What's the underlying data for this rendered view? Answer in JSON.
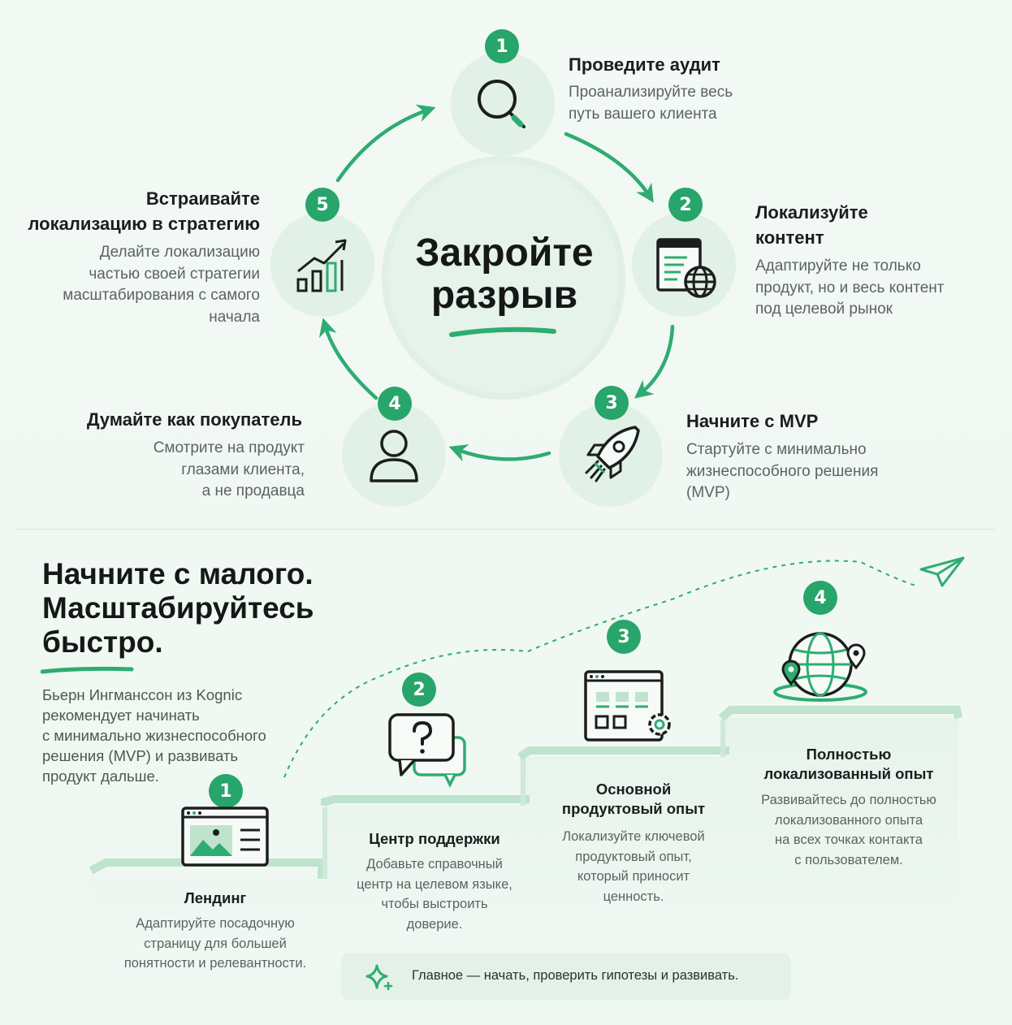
{
  "center": {
    "line1": "Закройте",
    "line2": "разрыв"
  },
  "cycle": [
    {
      "num": "1",
      "icon": "magnifier-icon",
      "title": "Проведите аудит",
      "desc": [
        "Проанализируйте весь",
        "путь вашего клиента"
      ]
    },
    {
      "num": "2",
      "icon": "document-globe-icon",
      "title": [
        "Локализуйте",
        "контент"
      ],
      "desc": [
        "Адаптируйте не только",
        "продукт, но и весь контент",
        "под целевой рынок"
      ]
    },
    {
      "num": "3",
      "icon": "rocket-icon",
      "title": "Начните с MVP",
      "desc": [
        "Стартуйте с минимально",
        "жизнеспособного решения",
        "(MVP)"
      ]
    },
    {
      "num": "4",
      "icon": "user-icon",
      "title": "Думайте как покупатель",
      "desc": [
        "Смотрите на продукт",
        "глазами клиента,",
        "а не продавца"
      ]
    },
    {
      "num": "5",
      "icon": "growth-chart-icon",
      "title": [
        "Встраивайте",
        "локализацию в стратегию"
      ],
      "desc": [
        "Делайте локализацию",
        "частью своей стратегии",
        "масштабирования с самого",
        "начала"
      ]
    }
  ],
  "section2": {
    "title": [
      "Начните с малого.",
      "Масштабируйтесь",
      "быстро."
    ],
    "intro": [
      "Бьерн Ингманссон из Kognic",
      "рекомендует начинать",
      "с минимально жизнеспособного",
      "решения (MVP) и развивать",
      "продукт дальше."
    ],
    "steps": [
      {
        "num": "1",
        "icon": "landing-page-icon",
        "title": [
          "Лендинг"
        ],
        "desc": [
          "Адаптируйте посадочную",
          "страницу для большей",
          "понятности и релевантности."
        ]
      },
      {
        "num": "2",
        "icon": "help-chat-icon",
        "title": [
          "Центр поддержки"
        ],
        "desc": [
          "Добавьте справочный",
          "центр на целевом языке,",
          "чтобы выстроить",
          "доверие."
        ]
      },
      {
        "num": "3",
        "icon": "product-dashboard-icon",
        "title": [
          "Основной",
          "продуктовый опыт"
        ],
        "desc": [
          "Локализуйте ключевой",
          "продуктовый опыт,",
          "который приносит",
          "ценность."
        ]
      },
      {
        "num": "4",
        "icon": "globe-pins-icon",
        "title": [
          "Полностью",
          "локализованный опыт"
        ],
        "desc": [
          "Развивайтесь до полностью",
          "локализованного опыта",
          "на всех точках контакта",
          "с пользователем."
        ]
      }
    ],
    "banner": "Главное — начать, проверить гипотезы и развивать."
  },
  "colors": {
    "accent": "#27a56a",
    "circle": "#e1f1e7",
    "text": "#1b1e1d",
    "muted": "#5c6360"
  }
}
